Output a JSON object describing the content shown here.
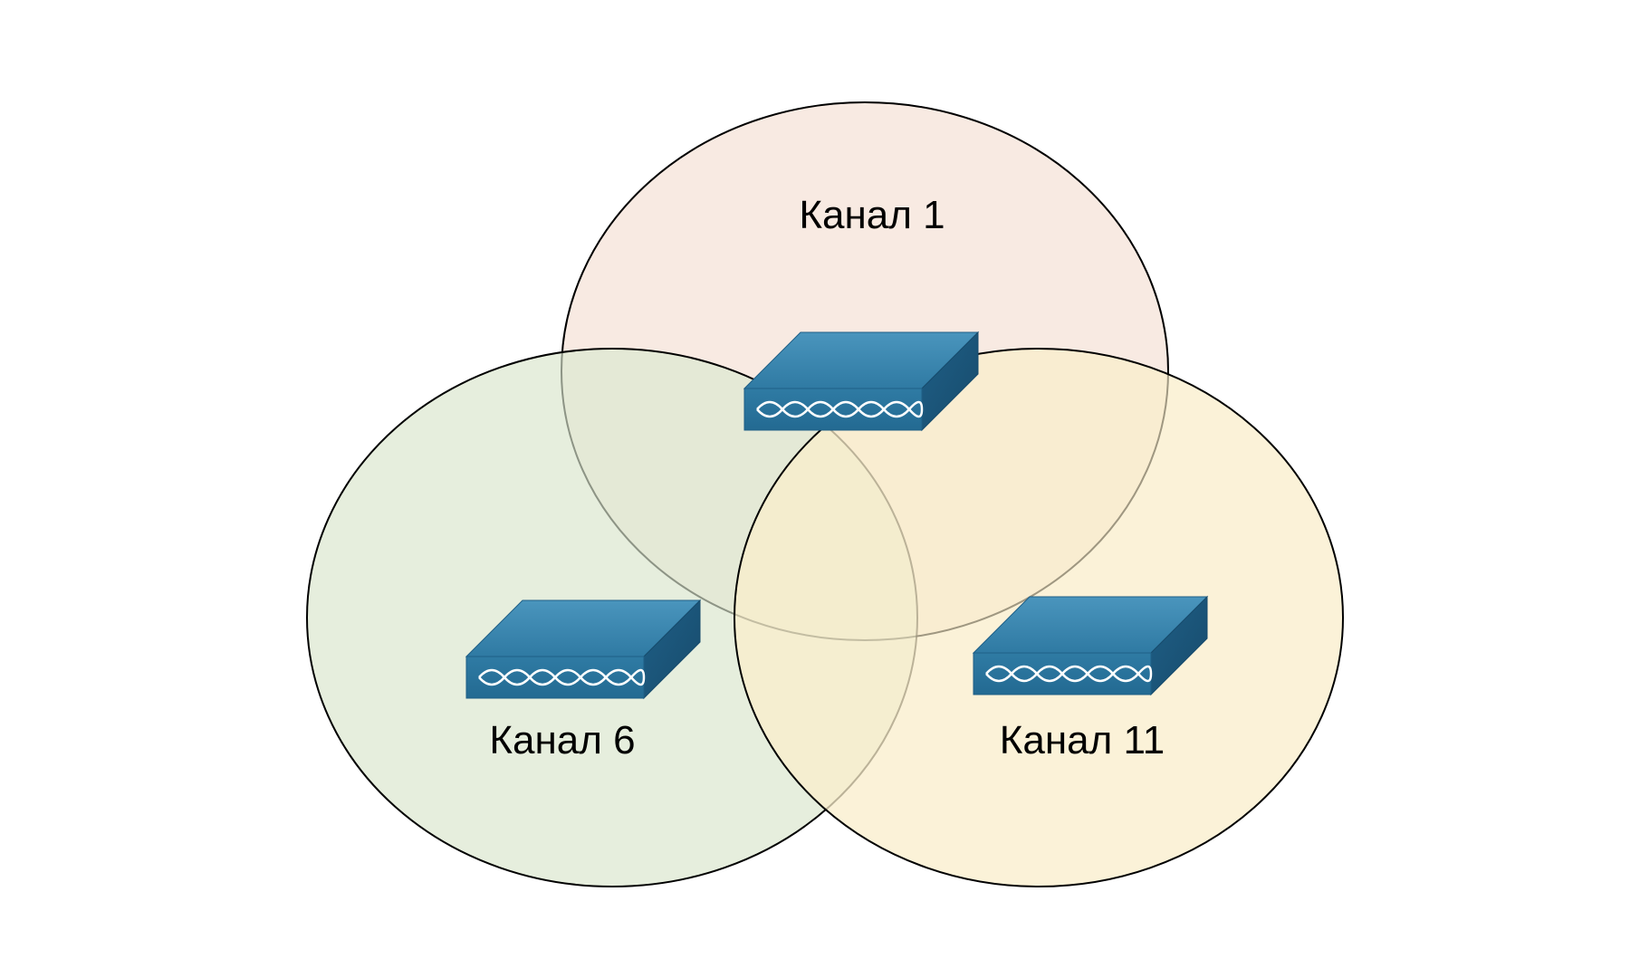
{
  "diagram": {
    "cells": [
      {
        "id": "channel-1",
        "label": "Канал 1",
        "fill": "#f5e3d8",
        "stroke": "#000000"
      },
      {
        "id": "channel-6",
        "label": "Канал 6",
        "fill": "#e1ead8",
        "stroke": "#000000"
      },
      {
        "id": "channel-11",
        "label": "Канал 11",
        "fill": "#fbefcc",
        "stroke": "#000000"
      }
    ],
    "access_point": {
      "icon": "access-point-icon",
      "top_color": "#3d86ac",
      "front_color": "#2a6f98",
      "side_color": "#1d5a80",
      "pattern_color": "#ffffff"
    }
  }
}
